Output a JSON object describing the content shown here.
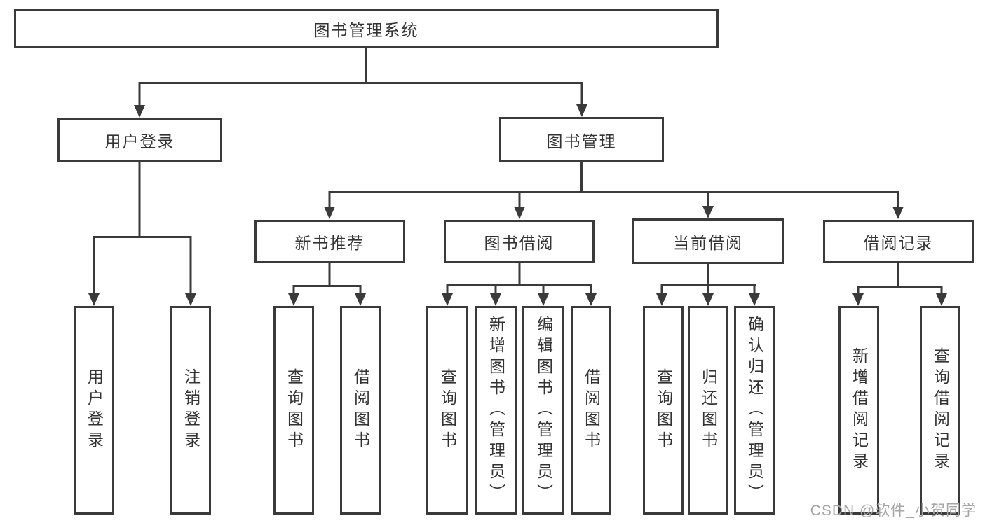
{
  "diagram": {
    "root": {
      "label": "图书管理系统"
    },
    "branches": [
      {
        "label": "用户登录",
        "children": [
          "用户登录",
          "注销登录"
        ]
      },
      {
        "label": "图书管理",
        "groups": [
          {
            "label": "新书推荐",
            "children": [
              "查询图书",
              "借阅图书"
            ]
          },
          {
            "label": "图书借阅",
            "children": [
              "查询图书",
              "新增图书（管理员）",
              "编辑图书（管理员）",
              "借阅图书"
            ]
          },
          {
            "label": "当前借阅",
            "children": [
              "查询图书",
              "归还图书",
              "确认归还（管理员）"
            ]
          },
          {
            "label": "借阅记录",
            "children": [
              "新增借阅记录",
              "查询借阅记录"
            ]
          }
        ]
      }
    ]
  },
  "watermark": {
    "text": "CSDN @软件_小贺同学"
  },
  "colors": {
    "line": "#3a3a3a",
    "text": "#333333",
    "box_background": "#ffffff",
    "watermark": "#a6a6a6"
  }
}
